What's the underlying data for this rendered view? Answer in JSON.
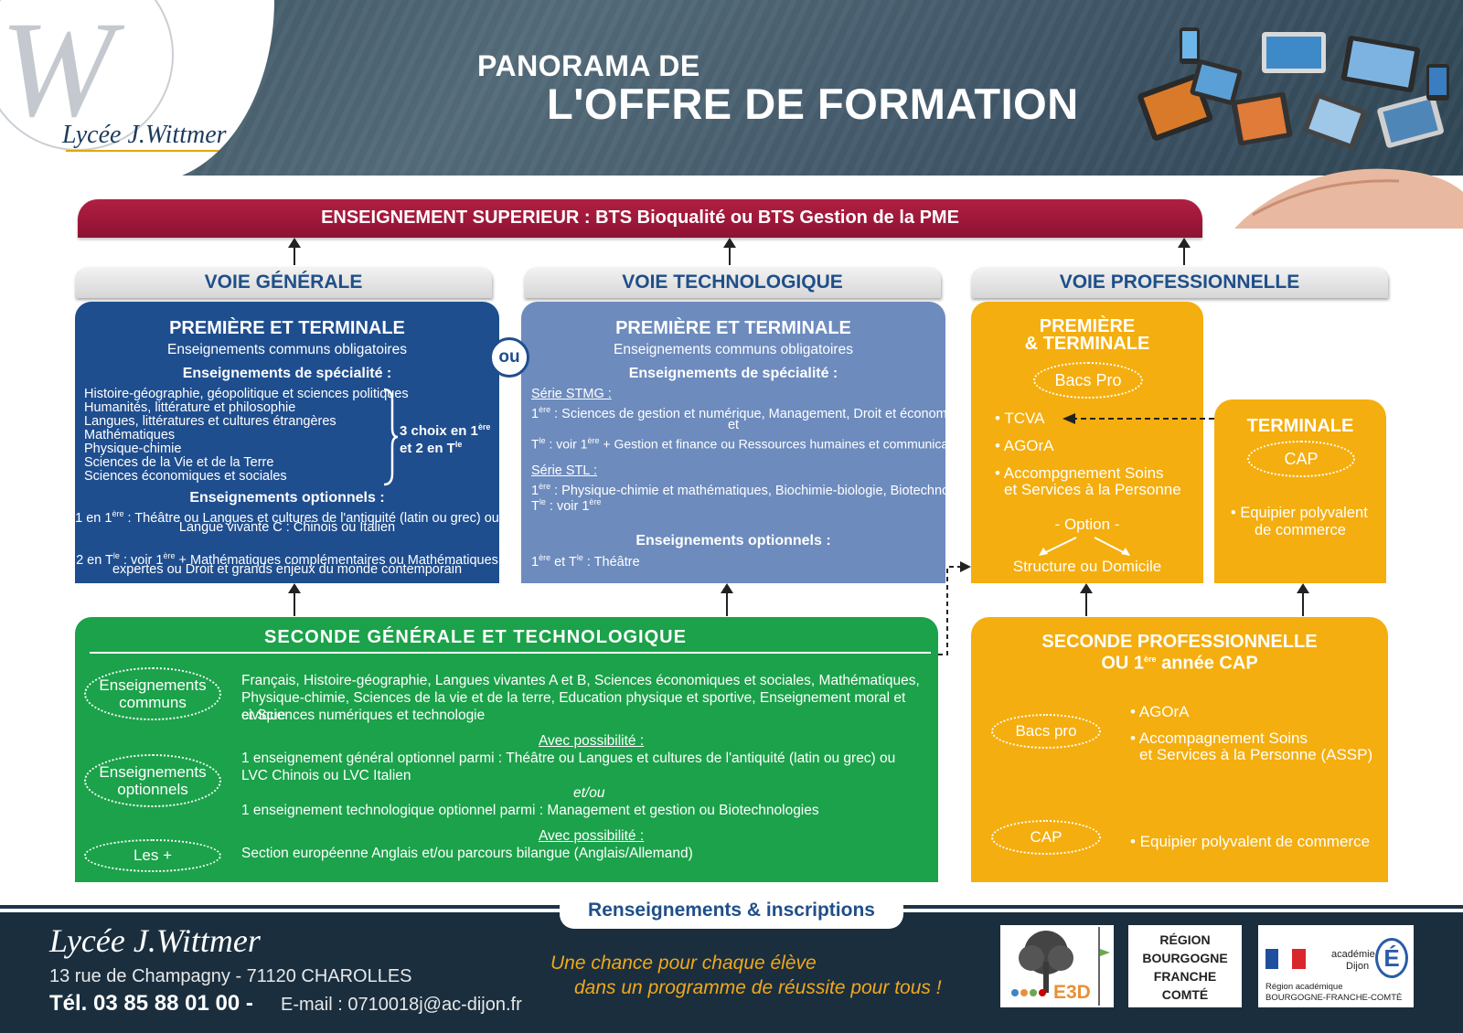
{
  "header": {
    "school_name": "Lycée J.Wittmer",
    "logo_letter": "W",
    "title_line1": "PANORAMA DE",
    "title_line2": "L'OFFRE DE FORMATION"
  },
  "superieur": "ENSEIGNEMENT SUPERIEUR : BTS Bioqualité ou BTS Gestion de la PME",
  "voies": {
    "generale": "VOIE GÉNÉRALE",
    "technologique": "VOIE TECHNOLOGIQUE",
    "professionnelle": "VOIE PROFESSIONNELLE"
  },
  "ou": "ou",
  "generale": {
    "title": "PREMIÈRE ET TERMINALE",
    "communs": "Enseignements communs obligatoires",
    "specialite_title": "Enseignements de spécialité :",
    "specialites": [
      "Histoire-géographie, géopolitique et sciences politiques",
      "Humanités, littérature et philosophie",
      "Langues, littératures et cultures étrangères",
      "Mathématiques",
      "Physique-chimie",
      "Sciences de la Vie et de la Terre",
      "Sciences économiques et sociales"
    ],
    "choix_line1": "3 choix en 1",
    "choix_sup1": "ère",
    "choix_line2": "et 2 en T",
    "choix_sup2": "le",
    "optionnels_title": "Enseignements optionnels :",
    "opt1_a": "1 en 1",
    "opt1_sup": "ère",
    "opt1_b": " : Théâtre ou Langues et cultures de l'antiquité (latin ou grec) ou",
    "opt1_c": "Langue vivante C : Chinois ou Italien",
    "opt2_a": "2 en T",
    "opt2_sup": "le",
    "opt2_b": " : voir 1",
    "opt2_sup2": "ère",
    "opt2_c": " + Mathématiques complémentaires ou Mathématiques",
    "opt2_d": "expertes ou Droit et grands enjeux du monde contemporain"
  },
  "techno": {
    "title": "PREMIÈRE ET TERMINALE",
    "communs": "Enseignements communs obligatoires",
    "specialite_title": "Enseignements de spécialité :",
    "stmg_label": "Série STMG :",
    "stmg_1": "1",
    "stmg_1_sup": "ère",
    "stmg_1_text": " : Sciences de gestion et numérique, Management, Droit et économie",
    "stmg_et": "et",
    "stmg_t": "T",
    "stmg_t_sup": "le",
    "stmg_t_text": " : voir 1",
    "stmg_t_sup2": "ère",
    "stmg_t_text2": " + Gestion et finance ou Ressources humaines et communication",
    "stl_label": "Série STL :",
    "stl_1": "1",
    "stl_1_sup": "ère",
    "stl_1_text": " : Physique-chimie et mathématiques, Biochimie-biologie, Biotechnologie",
    "stl_t": "T",
    "stl_t_sup": "le",
    "stl_t_text": " : voir 1",
    "stl_t_sup2": "ère",
    "optionnels_title": "Enseignements optionnels :",
    "opt_a": "1",
    "opt_sup1": "ère",
    "opt_b": " et T",
    "opt_sup2": "le",
    "opt_c": " : Théâtre"
  },
  "pro": {
    "title1": "PREMIÈRE",
    "title2": "& TERMINALE",
    "bacs_pro": "Bacs Pro",
    "items": [
      "• TCVA",
      "• AGOrA",
      "• Accompgnement Soins",
      "et Services à la Personne"
    ],
    "option": "- Option -",
    "option_value": "Structure ou Domicile"
  },
  "terminale": {
    "title": "TERMINALE",
    "cap": "CAP",
    "item1": "• Equipier polyvalent",
    "item2": "de commerce"
  },
  "seconde": {
    "title": "SECONDE GÉNÉRALE ET TECHNOLOGIQUE",
    "oval_communs": [
      "Enseignements",
      "communs"
    ],
    "oval_optionnels": [
      "Enseignements",
      "optionnels"
    ],
    "oval_plus": "Les +",
    "communs_lines": [
      "Français, Histoire-géographie, Langues vivantes A et B, Sciences économiques et sociales, Mathématiques,",
      "Physique-chimie, Sciences de la vie et de la terre, Education physique et sportive, Enseignement moral et civique",
      "et Sciences numériques et technologie"
    ],
    "avec_possibilite": "Avec possibilité :",
    "opt_lines": [
      "1 enseignement général optionnel parmi : Théâtre ou Langues et cultures de l'antiquité (latin ou grec) ou",
      "LVC Chinois ou LVC Italien"
    ],
    "etou": "et/ou",
    "opt_techno": "1 enseignement technologique optionnel parmi : Management et gestion ou Biotechnologies",
    "avec_possibilite2": "Avec possibilité :",
    "plus_text": "Section européenne Anglais et/ou parcours bilangue (Anglais/Allemand)"
  },
  "seconde_pro": {
    "title1": "SECONDE PROFESSIONNELLE",
    "title2a": "OU 1",
    "title2_sup": "ère",
    "title2b": " année CAP",
    "bacs_pro": "Bacs pro",
    "items": [
      "• AGOrA",
      "• Accompagnement Soins",
      "et Services à la Personne (ASSP)"
    ],
    "cap": "CAP",
    "cap_item": "• Equipier polyvalent de commerce"
  },
  "footer": {
    "renseignements": "Renseignements & inscriptions",
    "school_name": "Lycée J.Wittmer",
    "address": "13 rue de Champagny - 71120 CHAROLLES",
    "tel": "Tél. 03 85 88 01 00 -",
    "email": "E-mail : 0710018j@ac-dijon.fr",
    "slogan1": "Une chance pour chaque élève",
    "slogan2": "dans un programme de réussite pour tous !",
    "e3d_text": "E3D",
    "region_lines": [
      "RÉGION",
      "BOURGOGNE",
      "FRANCHE",
      "COMTÉ"
    ],
    "academie_line1": "académie",
    "academie_line2": "Dijon",
    "academie_line3": "Région académique",
    "academie_line4": "BOURGOGNE-FRANCHE-COMTÉ"
  },
  "colors": {
    "red": "#a31a3b",
    "blue_dark": "#1f4e8f",
    "blue_light": "#6d8bbd",
    "orange": "#f4ae0f",
    "green": "#1ba24a",
    "navy": "#1a2e3e"
  }
}
